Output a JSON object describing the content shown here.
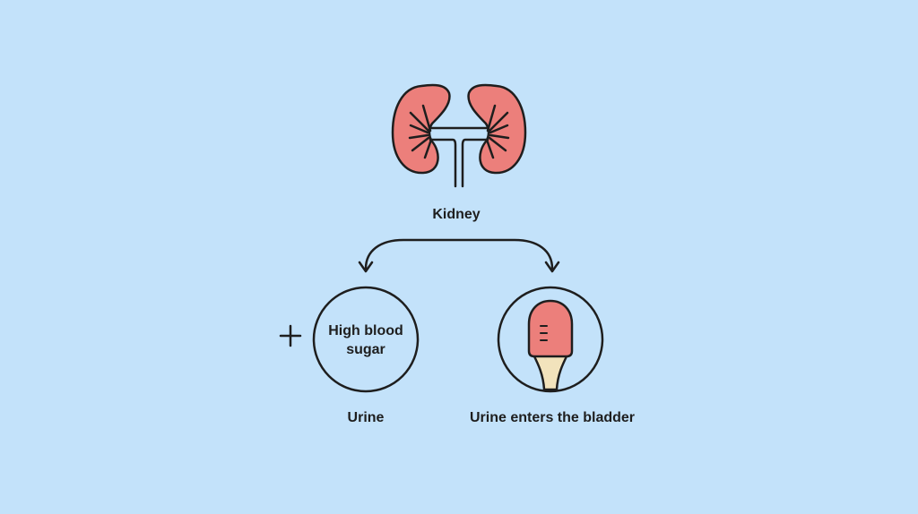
{
  "labels": {
    "kidney": "Kidney",
    "high_blood_sugar": "High blood sugar",
    "urine": "Urine",
    "bladder": "Urine enters the bladder",
    "plus": "+"
  },
  "colors": {
    "background": "#c3e2fa",
    "kidney_fill": "#ec7f7b",
    "bladder_fill": "#ec7f7b",
    "urethra_fill": "#f2e3bc",
    "stroke": "#1e1e1e"
  },
  "icons": [
    "kidney-icon",
    "plus-icon",
    "bladder-icon",
    "arrow-left-icon",
    "arrow-right-icon"
  ]
}
